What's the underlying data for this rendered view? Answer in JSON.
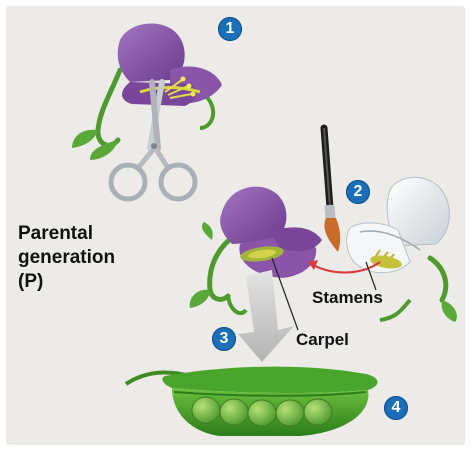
{
  "title": "Parental generation (P)",
  "parental_label": {
    "line1": "Parental",
    "line2": "generation",
    "line3": "(P)"
  },
  "labels": {
    "stamens": "Stamens",
    "carpel": "Carpel"
  },
  "steps": [
    "1",
    "2",
    "3",
    "4"
  ],
  "icons": [
    "scissors-icon",
    "paintbrush-icon",
    "pea-pod-icon"
  ],
  "colors": {
    "step_badge": "#1b6fb8",
    "purple_flower": "#8a55a8",
    "white_flower": "#e8ecef",
    "stem_green": "#4f9a2e",
    "pod_green": "#3f9a27",
    "transfer_arrow": "#d93a3a",
    "flow_arrow": "#c9c9c9"
  }
}
